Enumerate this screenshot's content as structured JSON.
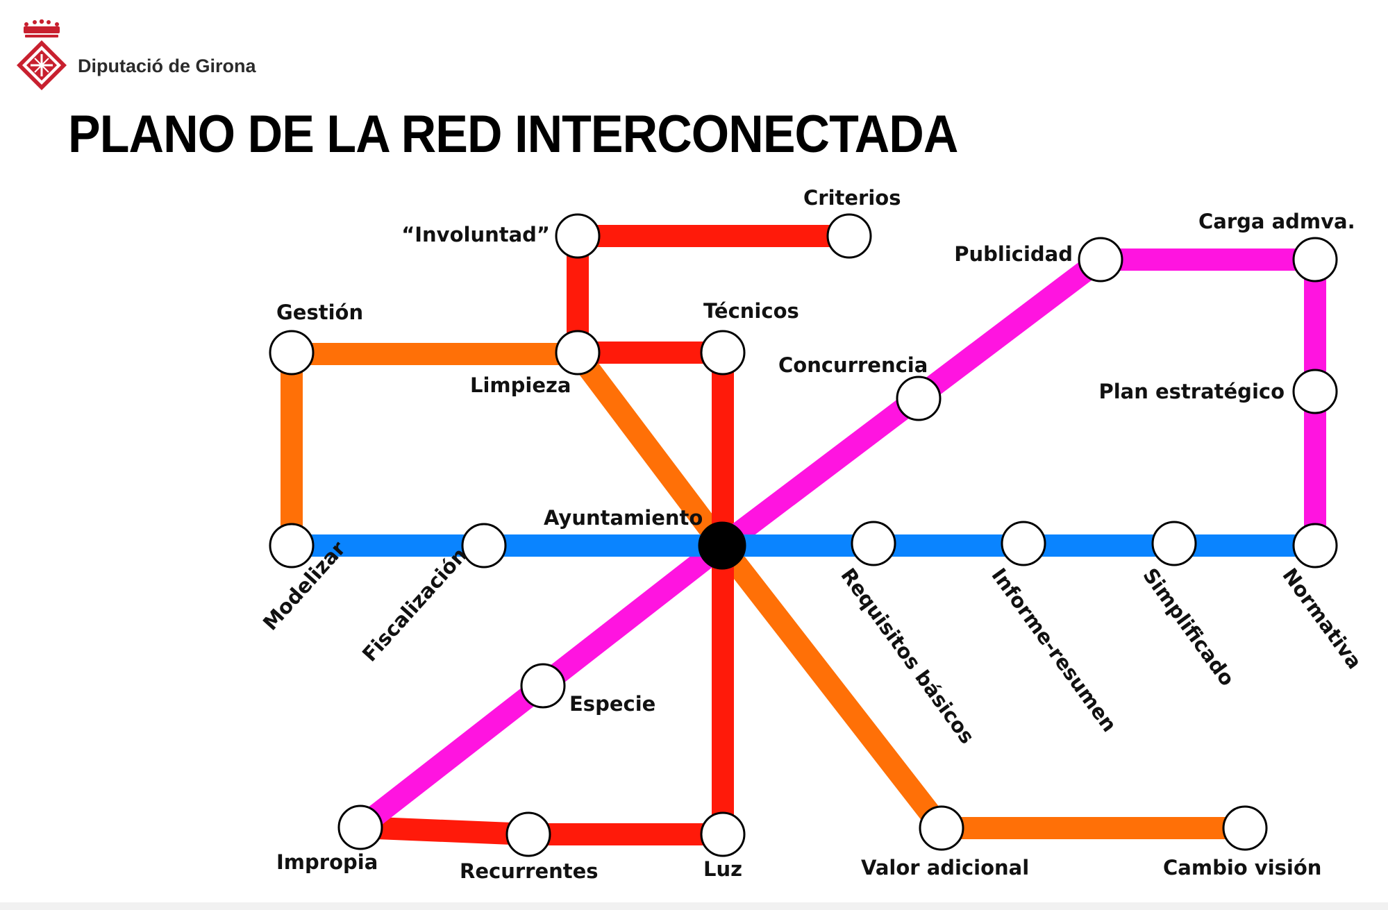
{
  "header": {
    "organization": "Diputació de Girona",
    "title": "PLANO DE LA RED INTERCONECTADA"
  },
  "colors": {
    "blue_line": "#0a84ff",
    "red_line": "#ff1a0a",
    "orange_line": "#ff7007",
    "magenta_line": "#ff14e0",
    "hub": "#000000",
    "logo": "#c8202f"
  },
  "lines": [
    {
      "id": "blue",
      "color": "#0a84ff",
      "stations": [
        "Modelizar",
        "Fiscalización",
        "Ayuntamiento",
        "Requisitos básicos",
        "Informe-resumen",
        "Simplificado",
        "Normativa"
      ]
    },
    {
      "id": "red",
      "color": "#ff1a0a",
      "stations": [
        "Criterios",
        "“Involuntad”",
        "Limpieza",
        "Técnicos",
        "Ayuntamiento",
        "Luz",
        "Recurrentes",
        "Impropia"
      ]
    },
    {
      "id": "orange",
      "color": "#ff7007",
      "stations": [
        "Modelizar",
        "Gestión",
        "Limpieza",
        "Ayuntamiento",
        "Valor adicional",
        "Cambio visión"
      ]
    },
    {
      "id": "magenta",
      "color": "#ff14e0",
      "stations": [
        "Impropia",
        "Especie",
        "Ayuntamiento",
        "Concurrencia",
        "Publicidad",
        "Carga admva.",
        "Plan estratégico",
        "Normativa"
      ]
    }
  ],
  "stations": {
    "involuntad": "“Involuntad”",
    "criterios": "Criterios",
    "gestion": "Gestión",
    "limpieza": "Limpieza",
    "tecnicos": "Técnicos",
    "publicidad": "Publicidad",
    "carga": "Carga admva.",
    "concurrencia": "Concurrencia",
    "plan": "Plan estratégico",
    "ayuntamiento": "Ayuntamiento",
    "modelizar": "Modelizar",
    "fiscalizacion": "Fiscalización",
    "requisitos": "Requisitos básicos",
    "informe": "Informe-resumen",
    "simplificado": "Simplificado",
    "normativa": "Normativa",
    "especie": "Especie",
    "impropia": "Impropia",
    "recurrentes": "Recurrentes",
    "luz": "Luz",
    "valor": "Valor adicional",
    "cambio": "Cambio visión"
  }
}
